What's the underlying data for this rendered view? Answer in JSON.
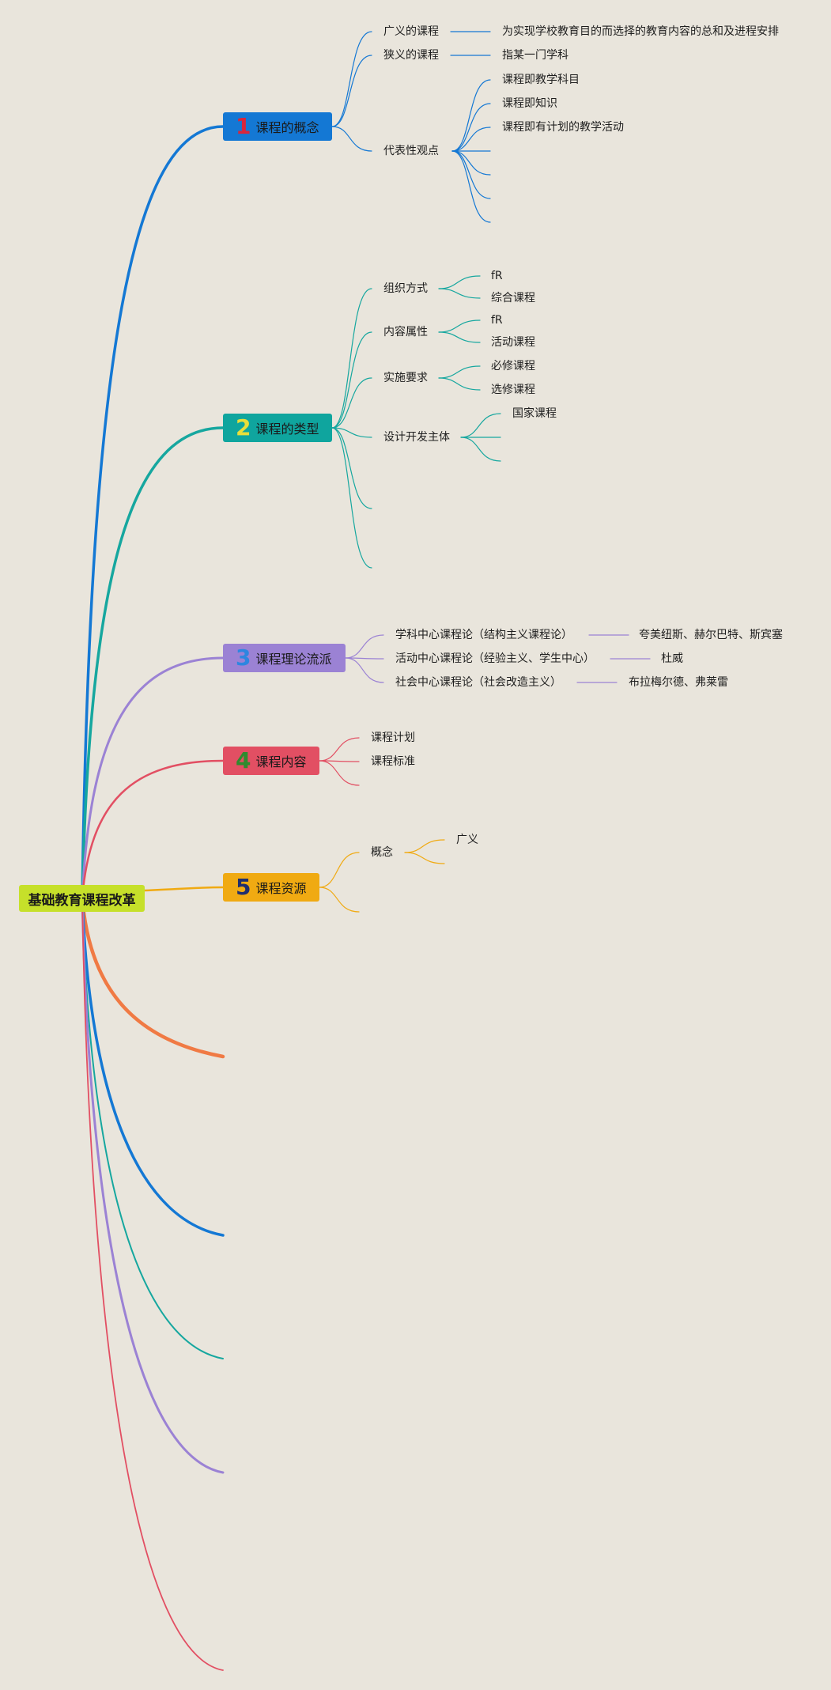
{
  "root": {
    "label": "基础教育课程改革",
    "color": "#c6e02a"
  },
  "branches": [
    {
      "number": "1",
      "label": "课程的概念",
      "bg": "#1478d4",
      "num_color": "#d8263c",
      "line_color": "#1478d4",
      "nodes": {
        "broad": "广义的课程",
        "broad_def": "为实现学校教育目的而选择的教育内容的总和及进程安排",
        "narrow": "狭义的课程",
        "narrow_def": "指某一门学科",
        "views": "代表性观点",
        "view_items": [
          "课程即教学科目",
          "课程即知识",
          "课程即有计划的教学活动"
        ]
      }
    },
    {
      "number": "2",
      "label": "课程的类型",
      "bg": "#0fa59e",
      "num_color": "#e8de3a",
      "line_color": "#16a79f",
      "nodes": {
        "org": "组织方式",
        "org_items": [
          "fR",
          "综合课程"
        ],
        "content": "内容属性",
        "content_items": [
          "fR",
          "活动课程"
        ],
        "impl": "实施要求",
        "impl_items": [
          "必修课程",
          "选修课程"
        ],
        "design": "设计开发主体",
        "design_items": [
          "国家课程"
        ]
      }
    },
    {
      "number": "3",
      "label": "课程理论流派",
      "bg": "#9b82d4",
      "num_color": "#2e86e0",
      "line_color": "#9b82d4",
      "nodes": {
        "schools": [
          {
            "name": "学科中心课程论（结构主义课程论）",
            "people": "夸美纽斯、赫尔巴特、斯宾塞"
          },
          {
            "name": "活动中心课程论（经验主义、学生中心）",
            "people": "杜威"
          },
          {
            "name": "社会中心课程论（社会改造主义）",
            "people": "布拉梅尔德、弗莱雷"
          }
        ]
      }
    },
    {
      "number": "4",
      "label": "课程内容",
      "bg": "#e24f63",
      "num_color": "#2e8b2e",
      "line_color": "#e24f63",
      "nodes": {
        "items": [
          "课程计划",
          "课程标准"
        ]
      }
    },
    {
      "number": "5",
      "label": "课程资源",
      "bg": "#f0aa12",
      "num_color": "#1f2e6e",
      "line_color": "#f0aa12",
      "nodes": {
        "concept": "概念",
        "concept_items": [
          "广义"
        ]
      }
    }
  ],
  "extra_line_colors": [
    "#f07a44",
    "#1478d4",
    "#16a79f",
    "#9b82d4",
    "#e24f63"
  ]
}
